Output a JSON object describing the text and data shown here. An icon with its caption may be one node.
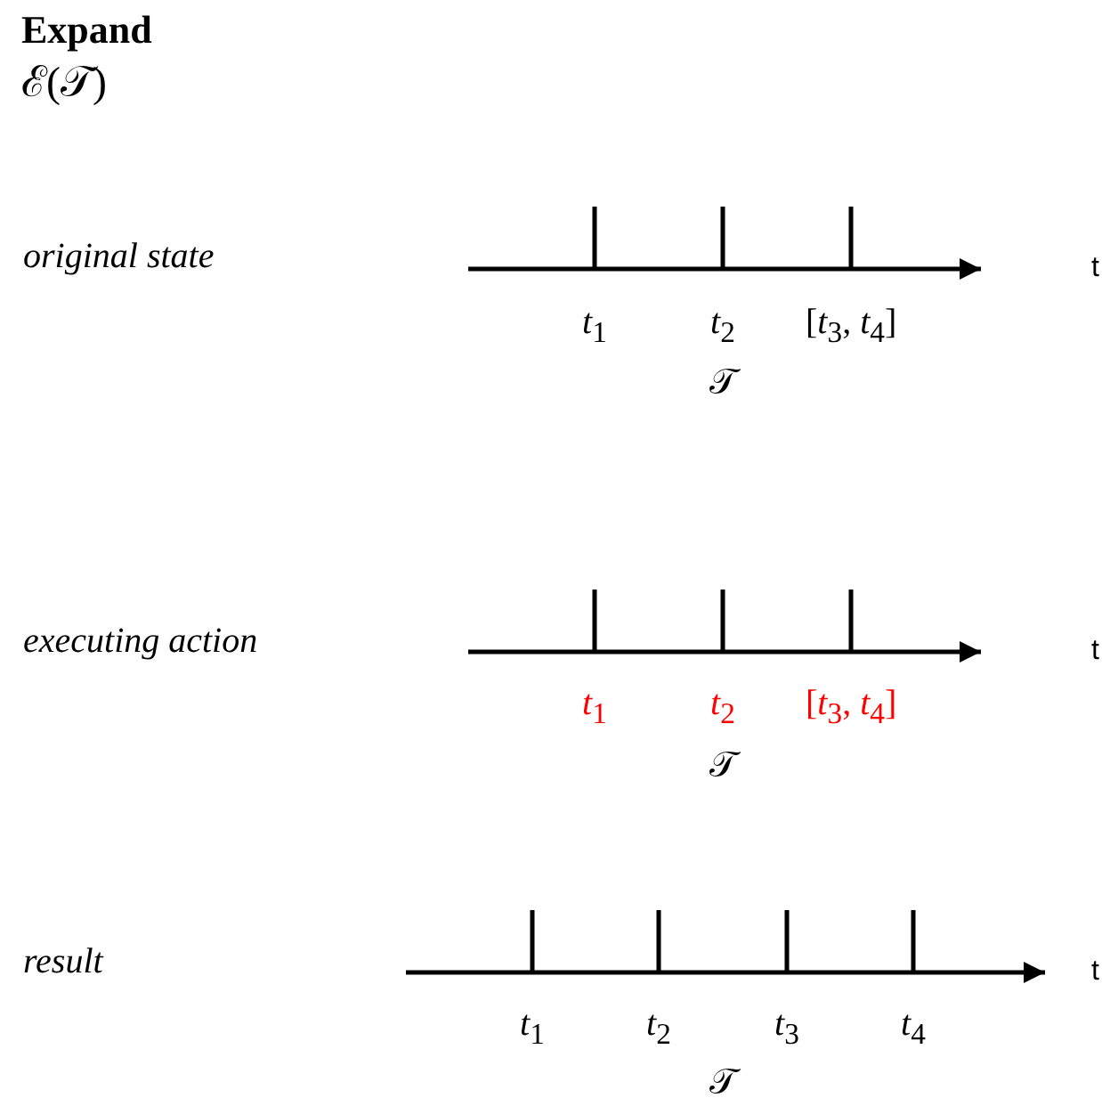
{
  "diagram": {
    "title": "Expand",
    "labels": [
      "ℰ(𝒯)",
      "original state",
      "t",
      "*t*$_{1}$",
      "*t*$_{2}$",
      "[*t*$_{3}$, *t*$_{4}$]",
      "𝒯",
      "executing action",
      "t",
      "*t*$_{1}$",
      "*t*$_{2}$",
      "[*t*$_{3}$, *t*$_{4}$]",
      "𝒯",
      "result",
      "t",
      "*t*$_{1}$",
      "*t*$_{2}$",
      "*t*$_{3}$",
      "*t*$_{4}$",
      "𝒯"
    ]
  }
}
